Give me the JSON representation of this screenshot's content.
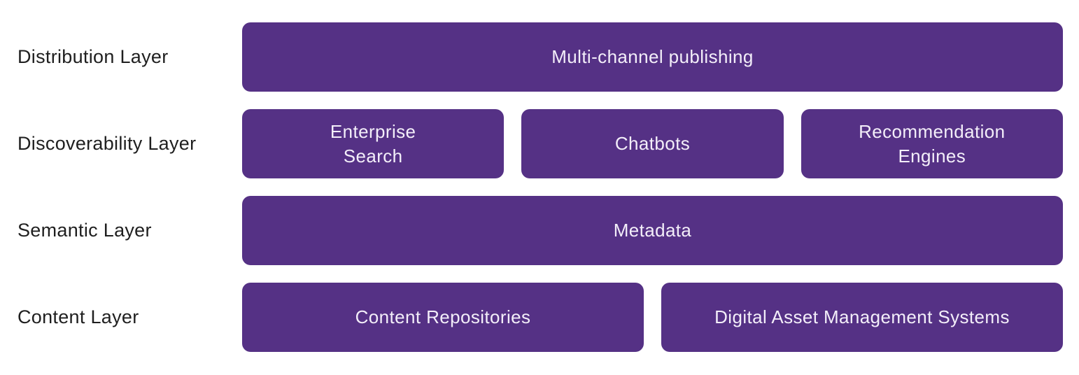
{
  "diagram": {
    "colors": {
      "background": "#ffffff",
      "box": "#553185",
      "box_text": "#f3eef9",
      "label_text": "#1f1f1f"
    },
    "rows": [
      {
        "label": "Distribution Layer",
        "boxes": [
          {
            "name": "multi-channel-publishing",
            "lines": [
              "Multi-channel publishing"
            ]
          }
        ]
      },
      {
        "label": "Discoverability Layer",
        "boxes": [
          {
            "name": "enterprise-search",
            "lines": [
              "Enterprise",
              "Search"
            ]
          },
          {
            "name": "chatbots",
            "lines": [
              "Chatbots"
            ]
          },
          {
            "name": "recommendation-engines",
            "lines": [
              "Recommendation",
              "Engines"
            ]
          }
        ]
      },
      {
        "label": "Semantic Layer",
        "boxes": [
          {
            "name": "metadata",
            "lines": [
              "Metadata"
            ]
          }
        ]
      },
      {
        "label": "Content Layer",
        "boxes": [
          {
            "name": "content-repositories",
            "lines": [
              "Content Repositories"
            ]
          },
          {
            "name": "digital-asset-management-systems",
            "lines": [
              "Digital Asset Management Systems"
            ]
          }
        ]
      }
    ]
  }
}
